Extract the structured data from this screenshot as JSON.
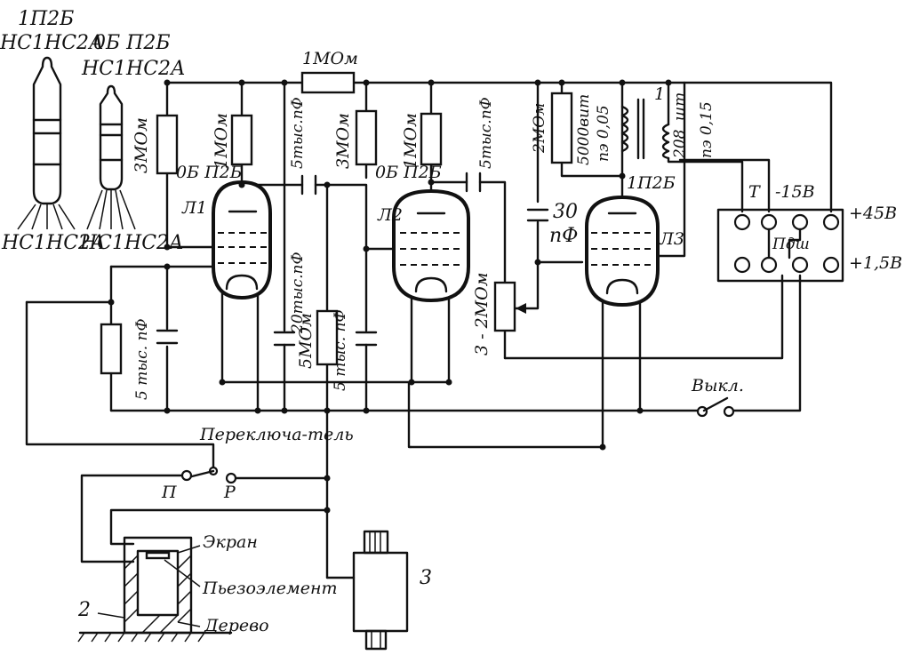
{
  "labels": {
    "tube_pin_top_left": "1П2Б",
    "tube_pins_top_left": "НС1НС2А",
    "tube_pin_top_right": "0Б П2Б",
    "tube_pins_top_right": "НС1НС2А",
    "tube_pins_bottom_left": "НС1НС2А",
    "tube_pins_bottom_right": "НС1НС2А",
    "r_top": "1МОм",
    "r1_left": "3МОм",
    "r1_plate": "1МОм",
    "tube1_type": "0Б П2Б",
    "tube1_name": "Л1",
    "c_coupling1_top": "5тыс.пФ",
    "c_coupling1_bottom": "20тыс.пФ",
    "r2_left": "3МОм",
    "r2_plate": "1МОм",
    "tube2_type": "0Б П2Б",
    "tube2_name": "Л2",
    "c_coupling2": "5тыс.пФ",
    "r_feedback": "2МОм",
    "c_feedback_value": "30",
    "c_feedback_unit": "пФ",
    "r_volume": "3 - 2МОм",
    "r_winding": "5000вит",
    "r_winding_wire": "пэ 0,05",
    "transformer_ratio": "1",
    "transformer_unit": "шт",
    "transformer_turns": "208",
    "transformer_wire": "пэ 0,15",
    "tube3_type": "1П2Б",
    "tube3_name": "Л3",
    "c_grid_left": "5 тыс. пФ",
    "r_5mom": "5МОм",
    "c_5tys": "5 тыс. пФ",
    "connector_t": "Т",
    "connector_minus15": "-15В",
    "connector_plus45": "+45В",
    "connector_plus15": "+1,5В",
    "connector_pdsh": "Пдш",
    "switch_off": "Выкл.",
    "switch_name": "Переключа-тель",
    "switch_p": "П",
    "switch_r": "Р",
    "screen": "Экран",
    "piezo": "Пьезоэлемент",
    "wood": "Дерево",
    "num_2": "2",
    "num_3": "3"
  }
}
